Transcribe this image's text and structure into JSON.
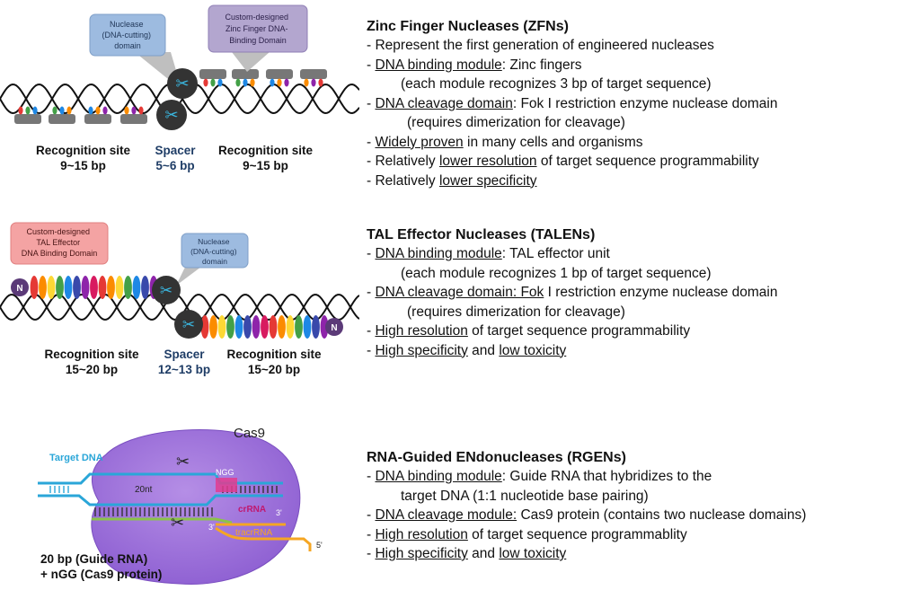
{
  "zfn": {
    "title": "Zinc Finger Nucleases (ZFNs)",
    "bullets": [
      {
        "dash": "- ",
        "u1": "",
        "t1": "Represent the first generation of engineered nucleases",
        "u2": "",
        "t2": ""
      },
      {
        "dash": "- ",
        "u1": "DNA binding module",
        "t1": ": Zinc fingers",
        "u2": "",
        "t2": ""
      },
      {
        "dash": "",
        "u1": "",
        "t1": "(each module recognizes 3 bp of target sequence)",
        "u2": "",
        "t2": ""
      },
      {
        "dash": "- ",
        "u1": "DNA cleavage domain",
        "t1": ": Fok I restriction enzyme nuclease domain",
        "u2": "",
        "t2": ""
      },
      {
        "dash": "",
        "u1": "",
        "t1": "(requires dimerization for cleavage)",
        "u2": "",
        "t2": ""
      },
      {
        "dash": "- ",
        "u1": "Widely proven",
        "t1": " in many cells and organisms",
        "u2": "",
        "t2": ""
      },
      {
        "dash": "- ",
        "u1": "",
        "t1": "Relatively ",
        "u2": "lower resolution",
        "t2": " of target sequence programmability"
      },
      {
        "dash": "- ",
        "u1": "",
        "t1": "Relatively ",
        "u2": "lower specificity",
        "t2": ""
      }
    ],
    "diagram": {
      "callout_left": [
        "Nuclease",
        "(DNA-cutting)",
        "domain"
      ],
      "callout_right": [
        "Custom-designed",
        "Zinc Finger DNA-",
        "Binding Domain"
      ],
      "recog_left": [
        "Recognition site",
        "9~15 bp"
      ],
      "spacer": [
        "Spacer",
        "5~6 bp"
      ],
      "recog_right": [
        "Recognition site",
        "9~15 bp"
      ]
    }
  },
  "talen": {
    "title": "TAL Effector Nucleases (TALENs)",
    "bullets": [
      {
        "dash": "- ",
        "u1": "DNA binding module",
        "t1": ": TAL effector unit",
        "u2": "",
        "t2": ""
      },
      {
        "dash": "",
        "u1": "",
        "t1": "(each module recognizes 1 bp of target sequence)",
        "u2": "",
        "t2": ""
      },
      {
        "dash": "- ",
        "u1": "DNA cleavage domain: Fok",
        "t1": " I restriction enzyme nuclease domain",
        "u2": "",
        "t2": ""
      },
      {
        "dash": "",
        "u1": "",
        "t1": "(requires dimerization for cleavage)",
        "u2": "",
        "t2": ""
      },
      {
        "dash": "- ",
        "u1": "High resolution",
        "t1": " of target sequence programmability",
        "u2": "",
        "t2": ""
      },
      {
        "dash": "- ",
        "u1": "High specificity",
        "t1": " and ",
        "u2": "low toxicity",
        "t2": ""
      }
    ],
    "diagram": {
      "callout_left": [
        "Custom-designed",
        "TAL Effector",
        "DNA Binding Domain"
      ],
      "callout_right": [
        "Nuclease",
        "(DNA-cutting)",
        "domain"
      ],
      "n_label": "N",
      "recog_left": [
        "Recognition site",
        "15~20 bp"
      ],
      "spacer": [
        "Spacer",
        "12~13 bp"
      ],
      "recog_right": [
        "Recognition site",
        "15~20 bp"
      ]
    }
  },
  "rgen": {
    "title": "RNA-Guided ENdonucleases  (RGENs)",
    "bullets": [
      {
        "dash": "- ",
        "u1": "DNA binding module",
        "t1": ": Guide RNA that hybridizes to the",
        "u2": "",
        "t2": ""
      },
      {
        "dash": "",
        "u1": "",
        "t1": "target DNA (1:1 nucleotide base pairing)",
        "u2": "",
        "t2": ""
      },
      {
        "dash": "- ",
        "u1": "DNA cleavage module:",
        "t1": " Cas9 protein (contains two nuclease domains)",
        "u2": "",
        "t2": ""
      },
      {
        "dash": "- ",
        "u1": "High resolution",
        "t1": " of target sequence programmablity",
        "u2": "",
        "t2": ""
      },
      {
        "dash": "- ",
        "u1": "High specificity",
        "t1": " and ",
        "u2": "low toxicity",
        "t2": ""
      }
    ],
    "diagram": {
      "cas9": "Cas9",
      "target_dna": "Target DNA",
      "ngg": "NGG",
      "nt20": "20nt",
      "crrna": "crRNA",
      "tracrrna": "tracrRNA",
      "five_prime": "5'",
      "three_prime": "3'",
      "caption": [
        "20 bp (Guide RNA)",
        "+ nGG (Cas9 protein)"
      ]
    }
  }
}
